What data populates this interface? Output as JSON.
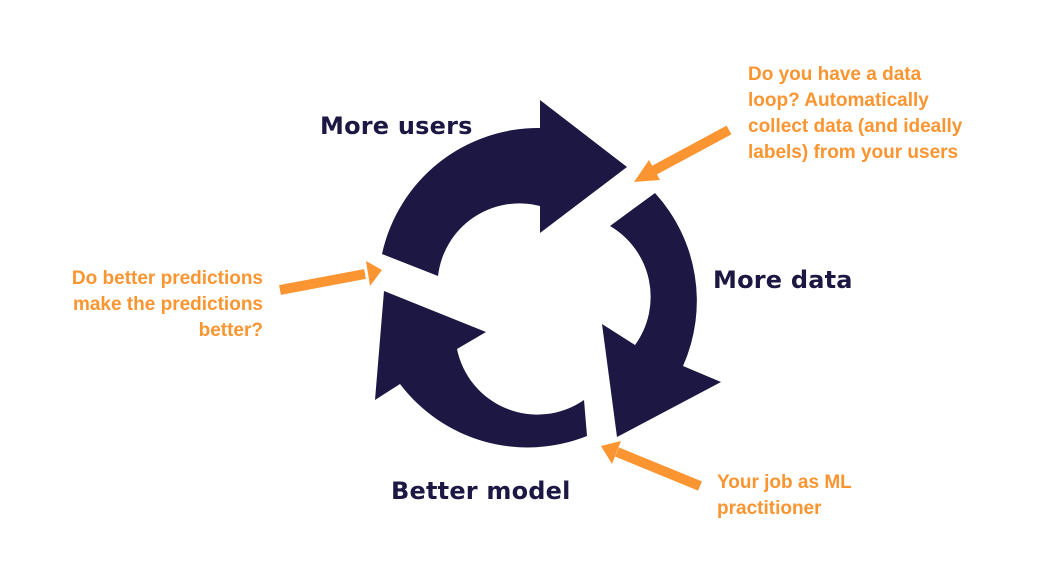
{
  "colors": {
    "cycle": "#1c1843",
    "accent": "#fa9531",
    "background": "#ffffff"
  },
  "cycle": {
    "stages": [
      "More users",
      "More data",
      "Better model"
    ]
  },
  "annotations": {
    "data_loop": [
      "Do you have a data",
      "loop? Automatically",
      "collect data (and ideally",
      "labels) from your users"
    ],
    "predictions": [
      "Do better predictions",
      "make the predictions",
      "better?"
    ],
    "job": [
      "Your job as ML",
      "practitioner"
    ]
  }
}
